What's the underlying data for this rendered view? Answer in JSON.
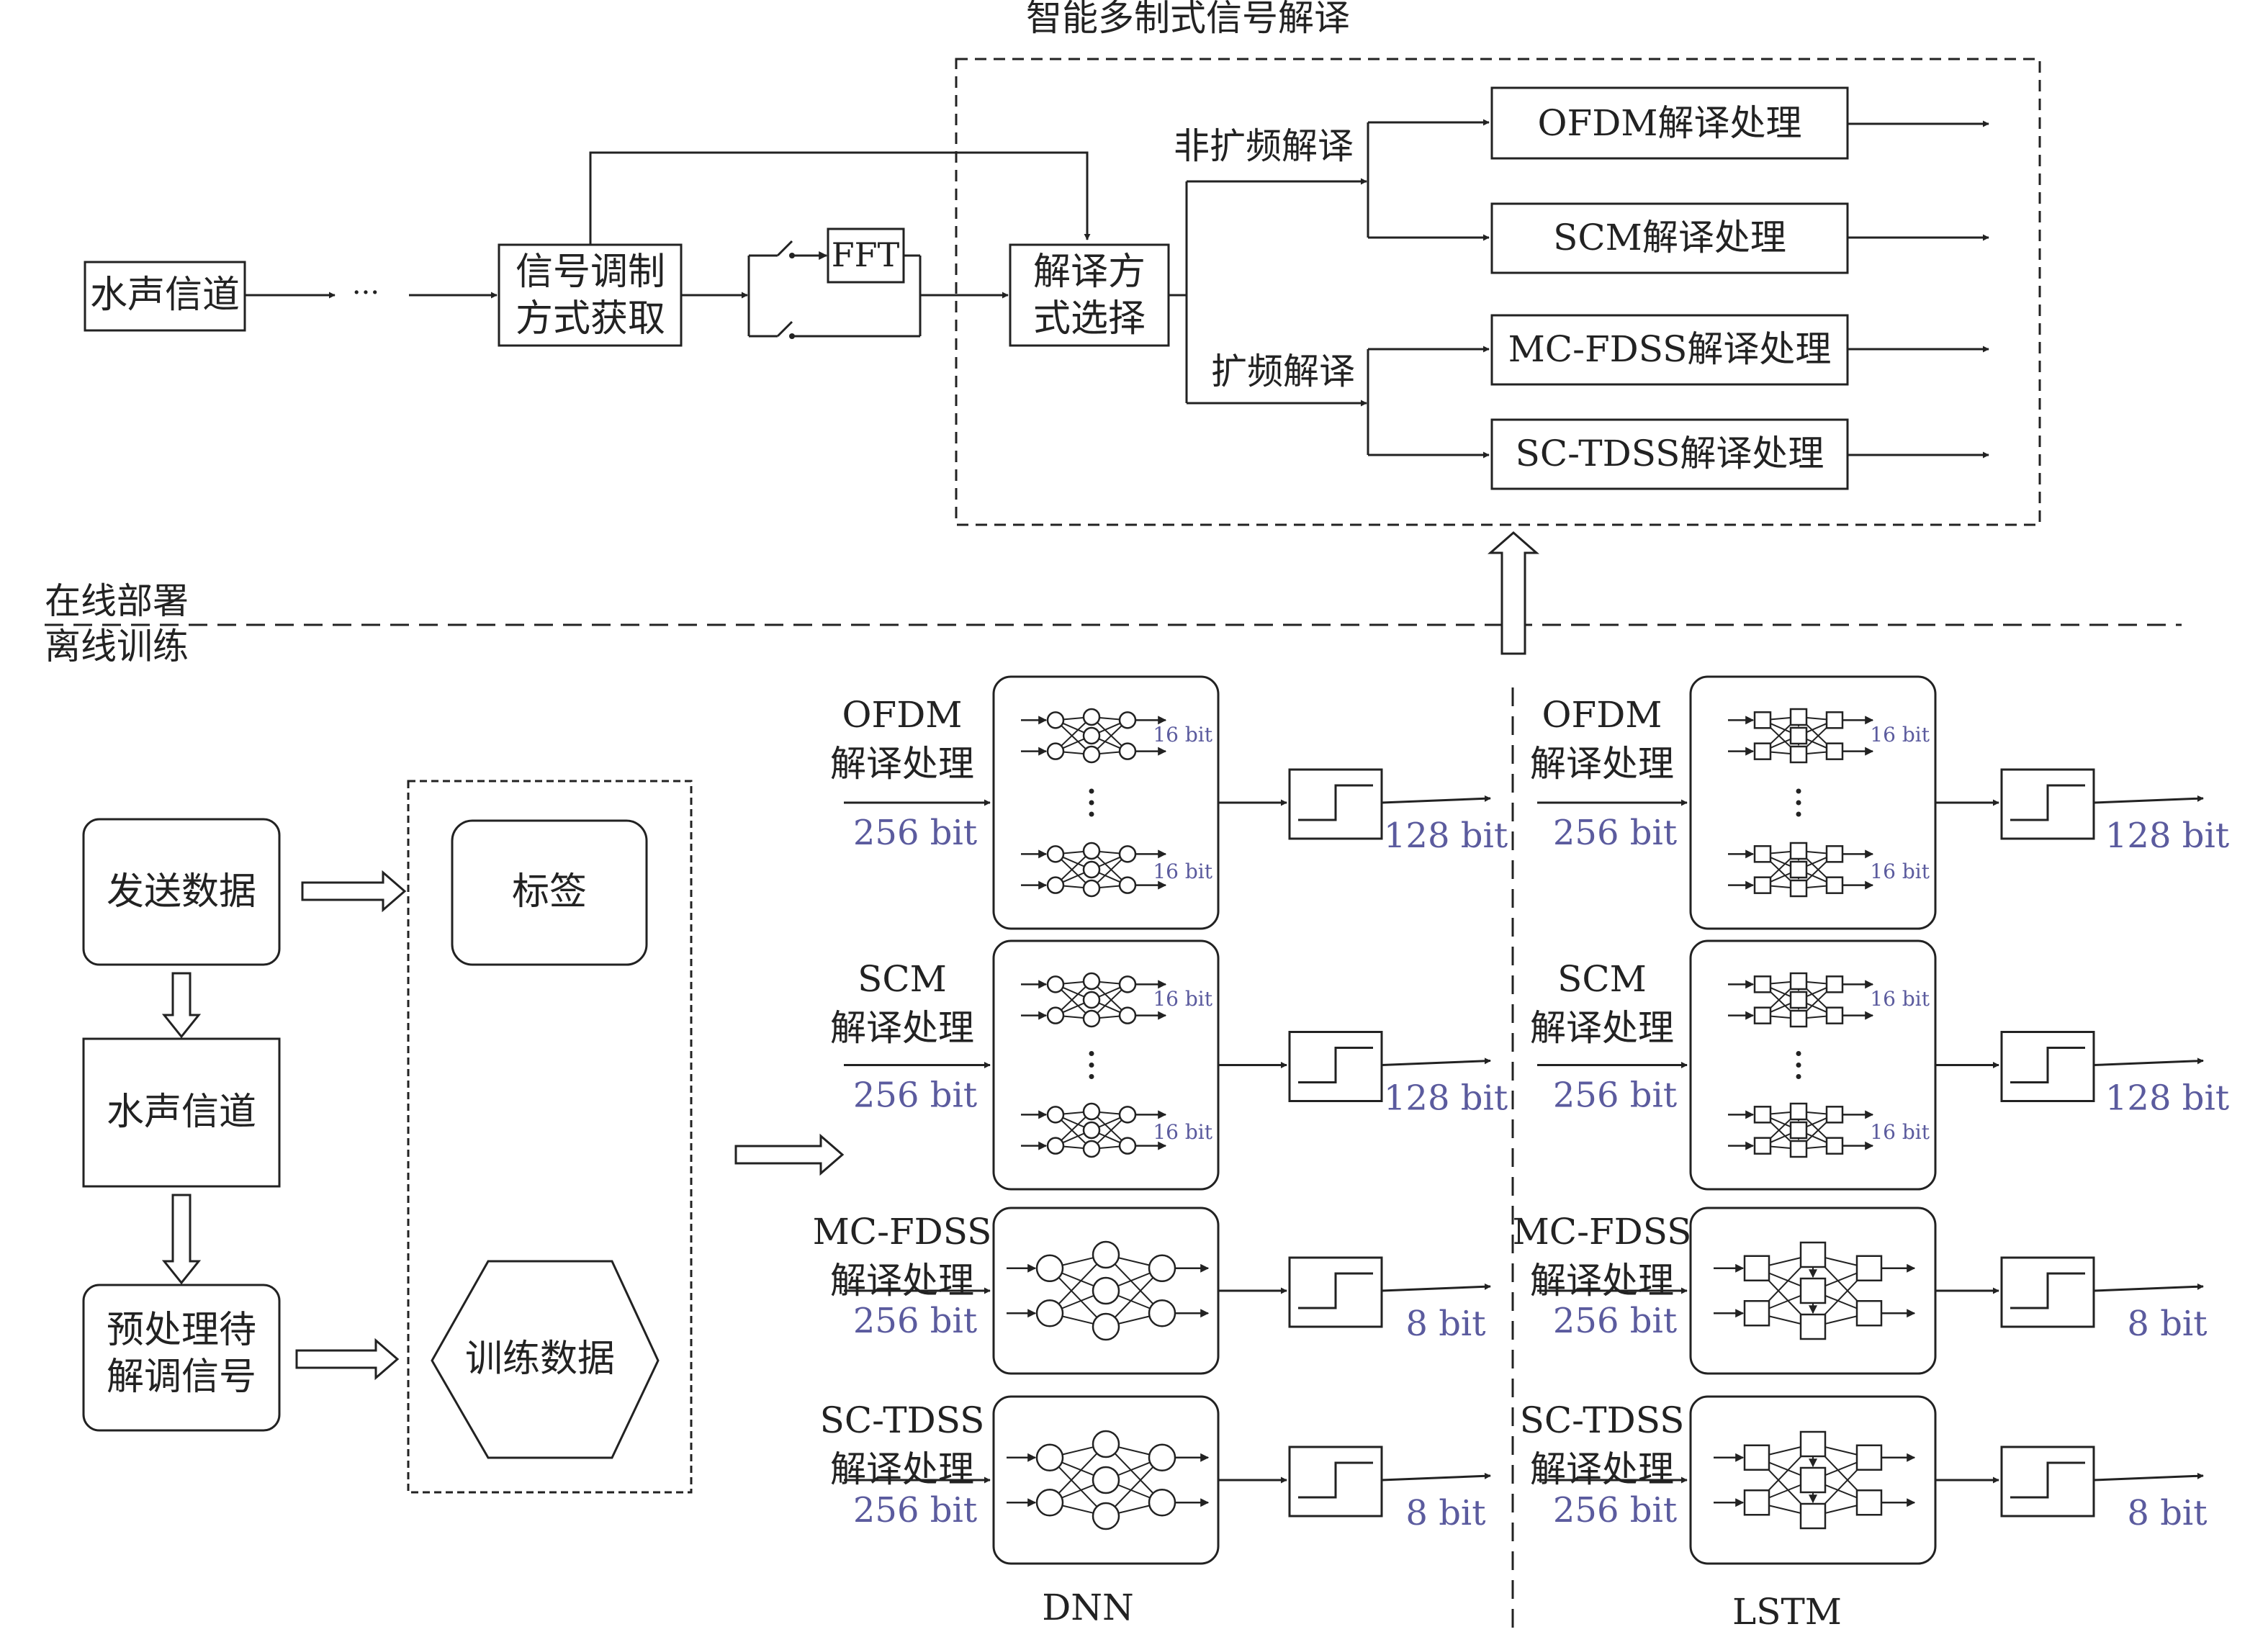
{
  "top": {
    "title": "智能多制式信号解译",
    "channel": "水声信道",
    "ellipsis": "···",
    "modulation_line1": "信号调制",
    "modulation_line2": "方式获取",
    "fft": "FFT",
    "select_line1": "解译方",
    "select_line2": "式选择",
    "non_spread_label": "非扩频解译",
    "spread_label": "扩频解译",
    "ofdm_box": "OFDM解译处理",
    "scm_box": "SCM解译处理",
    "mcfdss_box": "MC-FDSS解译处理",
    "sctdss_box": "SC-TDSS解译处理"
  },
  "divider": {
    "online": "在线部署",
    "offline": "离线训练"
  },
  "left": {
    "send_data": "发送数据",
    "channel": "水声信道",
    "preprocess_line1": "预处理待",
    "preprocess_line2": "解调信号",
    "label": "标签",
    "training_data": "训练数据"
  },
  "nets": {
    "dnn_caption": "DNN",
    "lstm_caption": "LSTM",
    "sub_bit": "16 bit",
    "rows": [
      {
        "name": "OFDM",
        "sub": "解译处理",
        "input": "256 bit",
        "output": "128 bit",
        "split": true
      },
      {
        "name": "SCM",
        "sub": "解译处理",
        "input": "256 bit",
        "output": "128 bit",
        "split": true
      },
      {
        "name": "MC-FDSS",
        "sub": "解译处理",
        "input": "256 bit",
        "output": "8 bit",
        "split": false
      },
      {
        "name": "SC-TDSS",
        "sub": "解译处理",
        "input": "256 bit",
        "output": "8 bit",
        "split": false
      }
    ]
  }
}
